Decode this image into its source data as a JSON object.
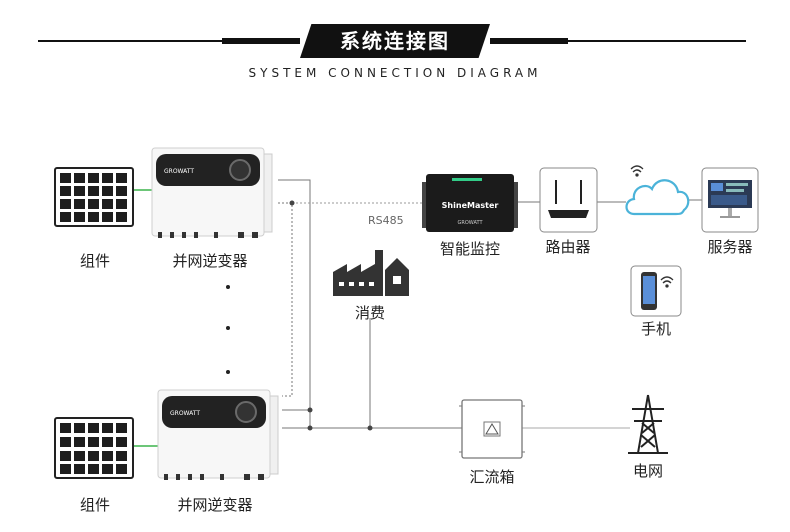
{
  "header": {
    "title": "系统连接图",
    "subtitle": "SYSTEM CONNECTION DIAGRAM"
  },
  "diagram": {
    "panel_top_label": "组件",
    "inverter_top_label": "并网逆变器",
    "panel_bottom_label": "组件",
    "inverter_bottom_label": "并网逆变器",
    "inverter_brand": "GROWATT",
    "monitor_label": "智能监控",
    "monitor_device_text": "ShineMaster",
    "monitor_brand": "GROWATT",
    "rs485_label": "RS485",
    "router_label": "路由器",
    "server_label": "服务器",
    "phone_label": "手机",
    "consumption_label": "消费",
    "combiner_label": "汇流箱",
    "grid_label": "电网",
    "colors": {
      "panel_cell": "#1e1e1e",
      "panel_link": "#3cb44b",
      "cloud": "#4bb3d9",
      "title_bg": "#111111"
    },
    "icons": [
      "solar-panel-icon",
      "inverter-icon",
      "monitor-device-icon",
      "router-icon",
      "cloud-icon",
      "wifi-icon",
      "server-icon",
      "phone-icon",
      "factory-icon",
      "combiner-box-icon",
      "power-tower-icon"
    ]
  }
}
